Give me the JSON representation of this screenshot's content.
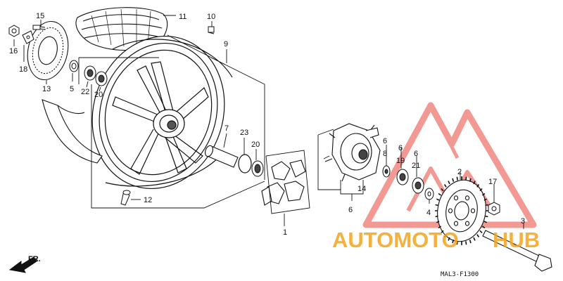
{
  "diagram": {
    "part_labels": [
      {
        "id": "p1",
        "text": "1"
      },
      {
        "id": "p2",
        "text": "2"
      },
      {
        "id": "p3",
        "text": "3"
      },
      {
        "id": "p4",
        "text": "4"
      },
      {
        "id": "p5",
        "text": "5"
      },
      {
        "id": "p6a",
        "text": "6"
      },
      {
        "id": "p6b",
        "text": "6"
      },
      {
        "id": "p6c",
        "text": "6"
      },
      {
        "id": "p6d",
        "text": "6"
      },
      {
        "id": "p7",
        "text": "7"
      },
      {
        "id": "p8",
        "text": "8"
      },
      {
        "id": "p9",
        "text": "9"
      },
      {
        "id": "p10",
        "text": "10"
      },
      {
        "id": "p11",
        "text": "11"
      },
      {
        "id": "p12",
        "text": "12"
      },
      {
        "id": "p13",
        "text": "13"
      },
      {
        "id": "p14",
        "text": "14"
      },
      {
        "id": "p15",
        "text": "15"
      },
      {
        "id": "p16",
        "text": "16"
      },
      {
        "id": "p17",
        "text": "17"
      },
      {
        "id": "p18",
        "text": "18"
      },
      {
        "id": "p19",
        "text": "19"
      },
      {
        "id": "p20a",
        "text": "20"
      },
      {
        "id": "p20b",
        "text": "20"
      },
      {
        "id": "p21",
        "text": "21"
      },
      {
        "id": "p22",
        "text": "22"
      },
      {
        "id": "p23",
        "text": "23"
      }
    ],
    "direction_label": "FR.",
    "diagram_code": "MAL3-F1300"
  },
  "watermark": {
    "text_left": "AUTOMOTO",
    "text_right": "HUB",
    "color_red": "#e8463c",
    "color_yellow": "#f3a41c"
  }
}
